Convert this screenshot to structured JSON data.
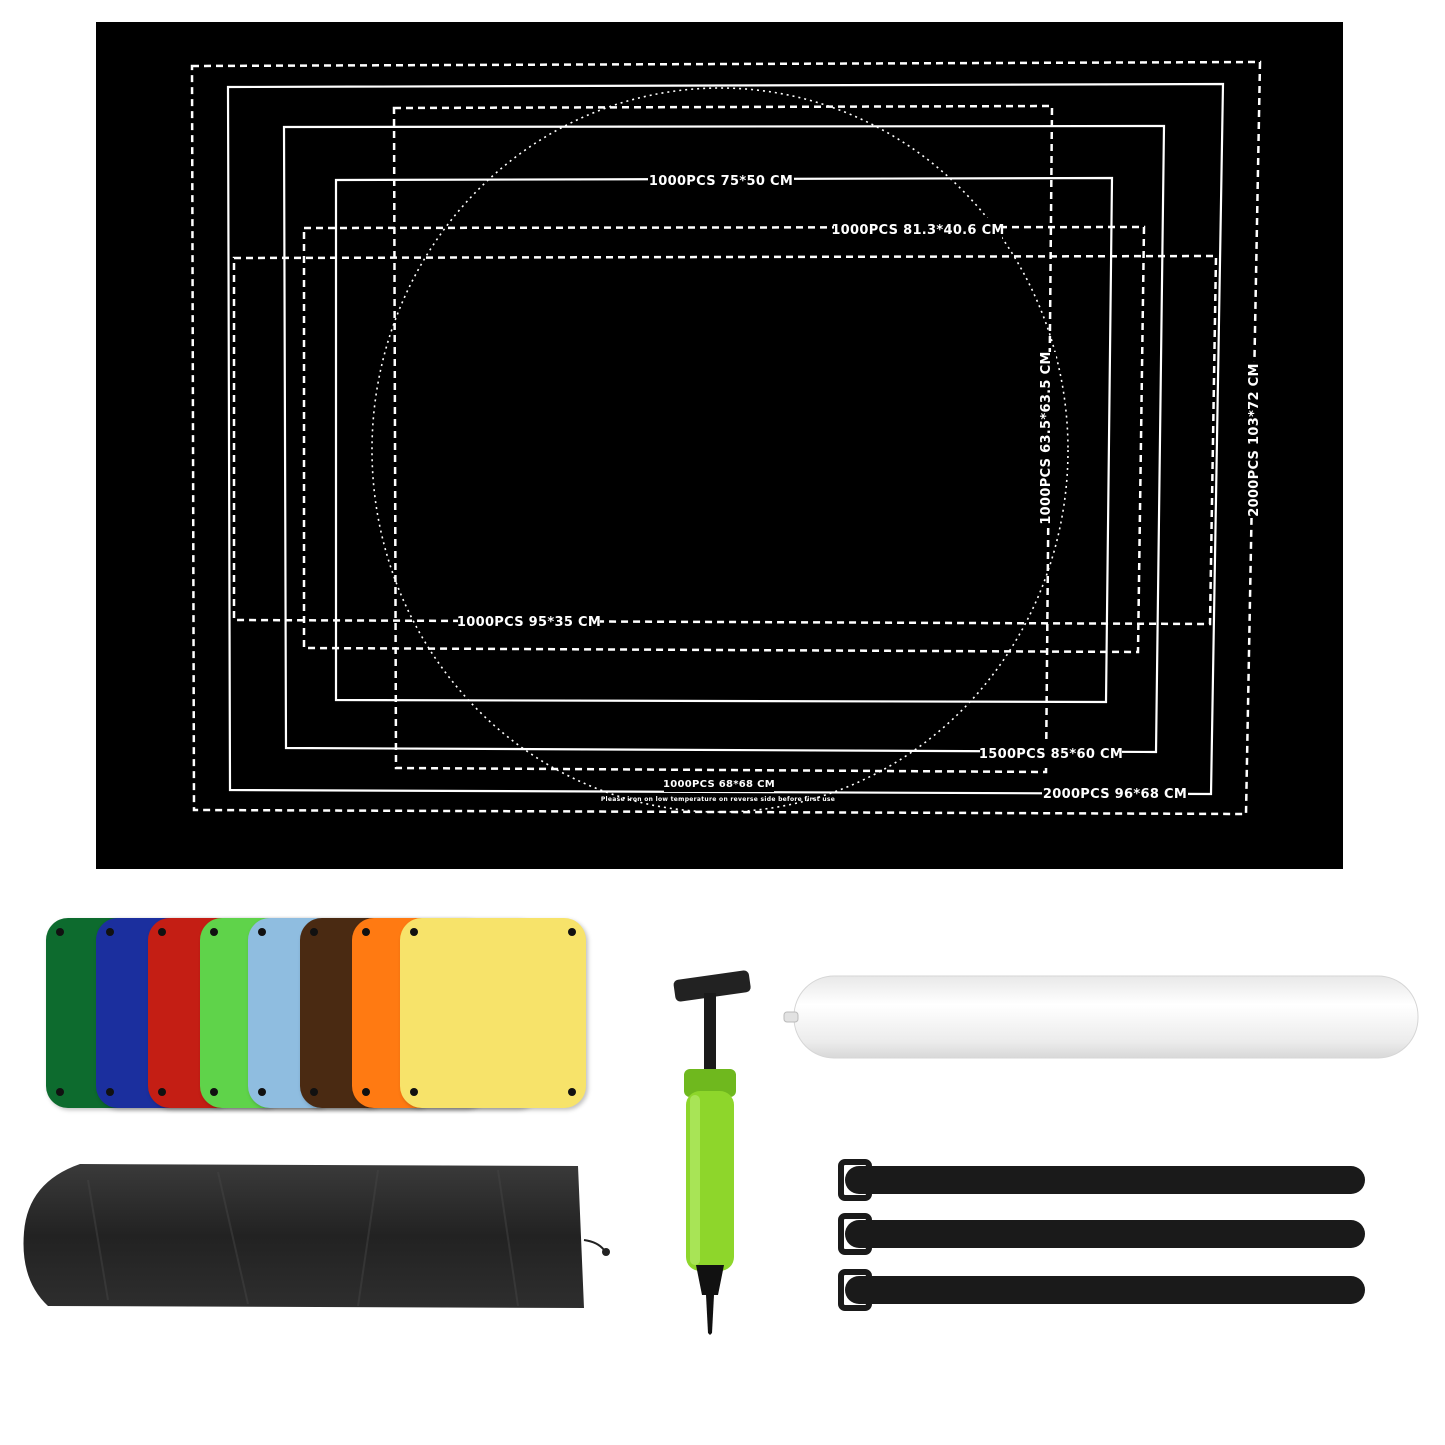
{
  "mat": {
    "labels": {
      "l_75x50": "1000PCS  75*50 CM",
      "l_81x40": "1000PCS  81.3*40.6 CM",
      "l_95x35": "1000PCS  95*35 CM",
      "l_63x63": "1000PCS  63.5*63.5 CM",
      "l_103x72": "2000PCS  103*72 CM",
      "l_85x60": "1500PCS  85*60 CM",
      "l_68x68": "1000PCS 68*68 CM",
      "l_96x68": "2000PCS  96*68 CM",
      "note": "Please iron on low temperature on reverse side before first use"
    }
  },
  "sorters": {
    "colors": [
      "#0d6b2e",
      "#1b2f9e",
      "#c41e14",
      "#5fd34a",
      "#8fbde0",
      "#4a2a12",
      "#ff7a12",
      "#f7e36a"
    ]
  },
  "colors": {
    "mat": "#000000",
    "pump_body": "#8ed62b",
    "tube": "#f4f4f4",
    "bag": "#2a2a2a",
    "strap": "#1a1a1a"
  }
}
